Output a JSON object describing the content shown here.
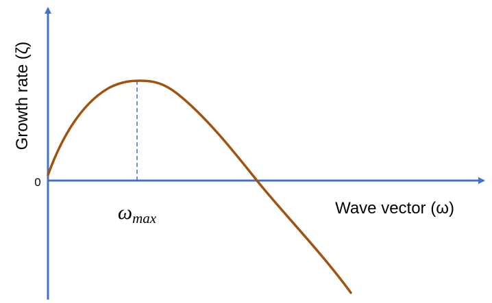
{
  "chart_data": {
    "type": "line",
    "ylabel": "Growth rate (ζ)",
    "xlabel": "Wave vector (ω)",
    "origin_label": "0",
    "marker": {
      "label": "ω",
      "subscript": "max",
      "style": "dashed vertical line from peak to x-axis"
    },
    "curve_shape": "rises from origin to a single maximum, then falls, crossing zero and becoming negative",
    "grid": false,
    "legend": "none"
  },
  "colors": {
    "axis": "#4472C4",
    "curve": "#A0520E",
    "marker_line": "#4472C4",
    "text": "#000000"
  }
}
